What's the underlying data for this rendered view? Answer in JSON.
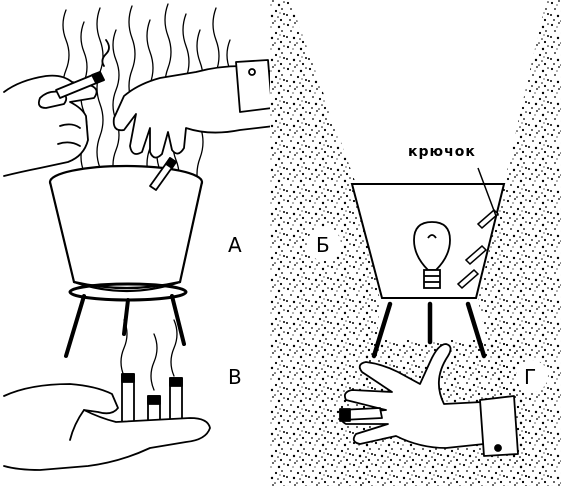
{
  "labels": {
    "a": "А",
    "b": "Б",
    "v": "В",
    "g": "Г",
    "hook": "крючок"
  },
  "colors": {
    "ink": "#000000",
    "paper": "#ffffff"
  },
  "icons": {
    "left_panel": [
      "lamp-shade-icon",
      "tripod-icon",
      "cigarette-icon",
      "hand-icon",
      "smoke-icon"
    ],
    "right_panel": [
      "light-bulb-icon",
      "hook-icon",
      "hand-icon",
      "light-beam-icon"
    ]
  }
}
